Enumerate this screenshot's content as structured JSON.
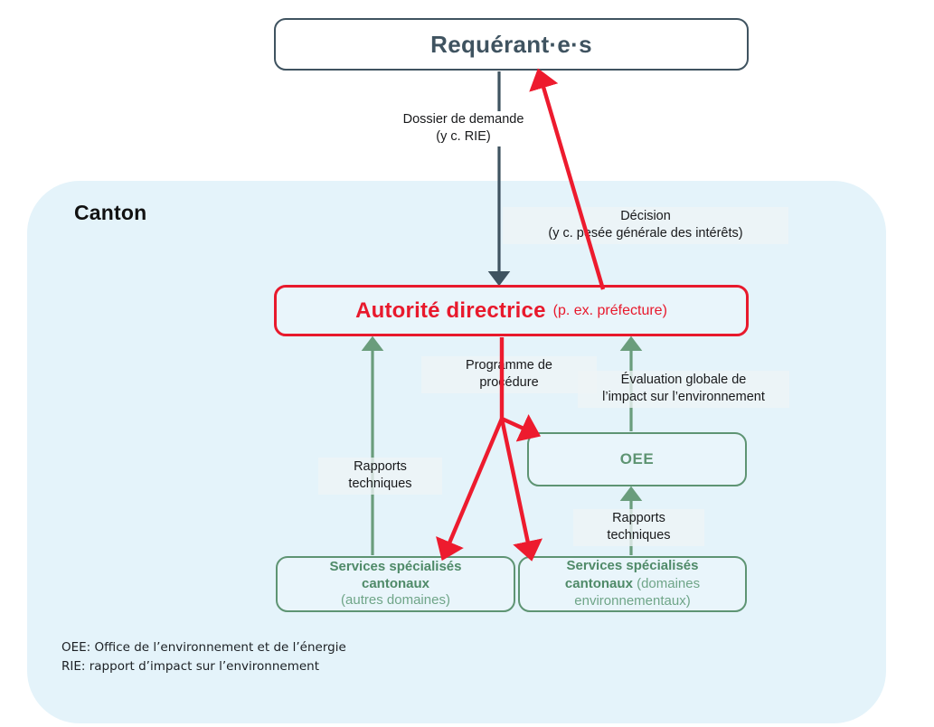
{
  "diagram": {
    "title_box": {
      "label": "Requérant·e·s"
    },
    "region": {
      "label": "Canton"
    },
    "boxes": {
      "autorite": {
        "label": "Autorité directrice",
        "sublabel": "(p. ex. préfecture)"
      },
      "oee": {
        "label": "OEE"
      },
      "services_autres": {
        "label_line1": "Services spécialisés",
        "label_line2": "cantonaux",
        "sublabel": "(autres domaines)"
      },
      "services_env": {
        "label_line1": "Services spécialisés",
        "label_line2_strong": "cantonaux",
        "label_line2_light": " (domaines",
        "label_line3": "environnementaux)"
      }
    },
    "edge_labels": {
      "dossier_line1": "Dossier de demande",
      "dossier_line2": "(y c. RIE)",
      "decision_line1": "Décision",
      "decision_line2": "(y c. pesée générale des intérêts)",
      "programme_line1": "Programme de",
      "programme_line2": "procédure",
      "evaluation_line1": "Évaluation globale de",
      "evaluation_line2": "l’impact sur l’environnement",
      "rapports_left_line1": "Rapports",
      "rapports_left_line2": "techniques",
      "rapports_right_line1": "Rapports",
      "rapports_right_line2": "techniques"
    },
    "footnotes": {
      "oee": "OEE: Office de l’environnement et de l’énergie",
      "rie": "RIE: rapport d’impact sur l’environnement"
    },
    "colors": {
      "slate": "#3f5360",
      "red": "#e8192c",
      "green": "#5e9473",
      "green_arrow": "#6a9d7c",
      "region_bg": "#e4f3fa",
      "box_bg": "#e9f5fb"
    }
  }
}
